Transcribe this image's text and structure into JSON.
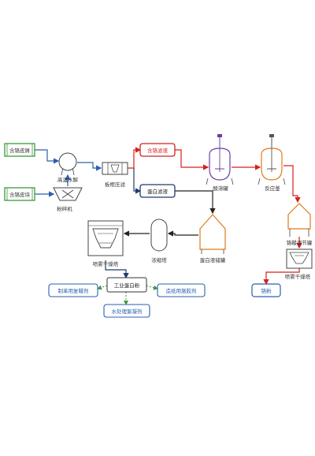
{
  "nodes": {
    "chrome_scrap": "含铬皮屑",
    "chrome_block": "含铬皮块",
    "hydrolysis": "高温水解",
    "crusher": "粉碎机",
    "filter_press": "板框压滤",
    "chrome_filtrate": "含铬滤液",
    "protein_filtrate": "蛋白滤液",
    "acid_tank": "酸溶罐",
    "reactor": "反应釜",
    "chrome_adjust_tank": "铬鞣调节罐",
    "spray_tower_right": "喷雾干燥塔",
    "chrome_powder": "铬粉",
    "protein_storage": "蛋白液储罐",
    "concentrator": "浓缩塔",
    "spray_tower_left": "喷雾干燥塔",
    "industrial_protein": "工业蛋白粉",
    "leather_filler": "制革用复鞣剂",
    "paper_glue": "造纸用施胶剂",
    "water_flocculant": "水处理絮凝剂"
  },
  "colors": {
    "green": "#3a9a3a",
    "red": "#d42020",
    "blue": "#2a5fb0",
    "navy": "#1f3b6e",
    "orange": "#e07b1a",
    "purple": "#6a3fa0",
    "black": "#222222"
  }
}
